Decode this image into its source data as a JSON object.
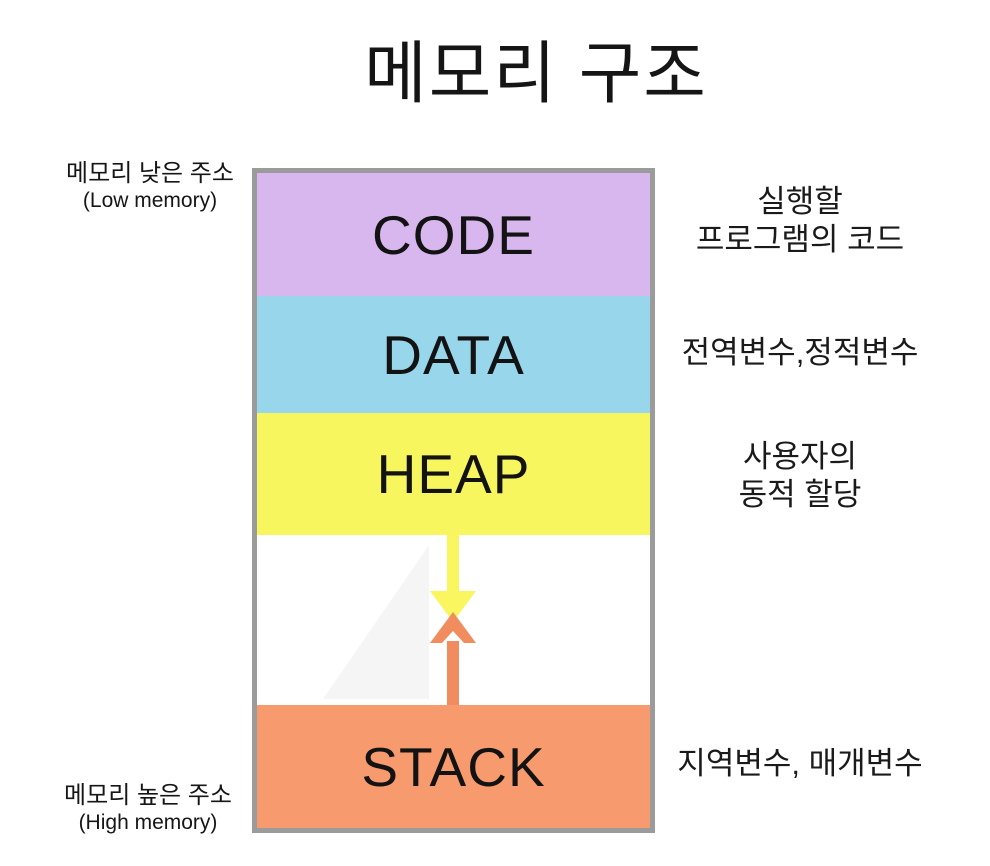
{
  "page": {
    "title": "메모리 구조",
    "background": "#ffffff",
    "text_color": "#161616"
  },
  "memory_box": {
    "border_color": "#9b9b9b",
    "segments": [
      {
        "id": "code",
        "label": "CODE",
        "color": "#d8b6ee",
        "desc_line1": "실행할",
        "desc_line2": "프로그램의 코드"
      },
      {
        "id": "data",
        "label": "DATA",
        "color": "#98d6ec",
        "desc_line1": "전역변수,정적변수",
        "desc_line2": ""
      },
      {
        "id": "heap",
        "label": "HEAP",
        "color": "#f8f65e",
        "desc_line1": "사용자의",
        "desc_line2": "동적 할당"
      },
      {
        "id": "stack",
        "label": "STACK",
        "color": "#f79a6e",
        "desc_line1": "지역변수, 매개변수",
        "desc_line2": ""
      }
    ],
    "arrows": [
      {
        "name": "heap-grow-arrow",
        "direction": "down",
        "color": "#f9f660"
      },
      {
        "name": "stack-grow-arrow",
        "direction": "up",
        "color": "#f08c5e"
      }
    ]
  },
  "side_labels": {
    "low": {
      "korean": "메모리 낮은 주소",
      "english": "(Low memory)"
    },
    "high": {
      "korean": "메모리 높은 주소",
      "english": "(High memory)"
    }
  }
}
